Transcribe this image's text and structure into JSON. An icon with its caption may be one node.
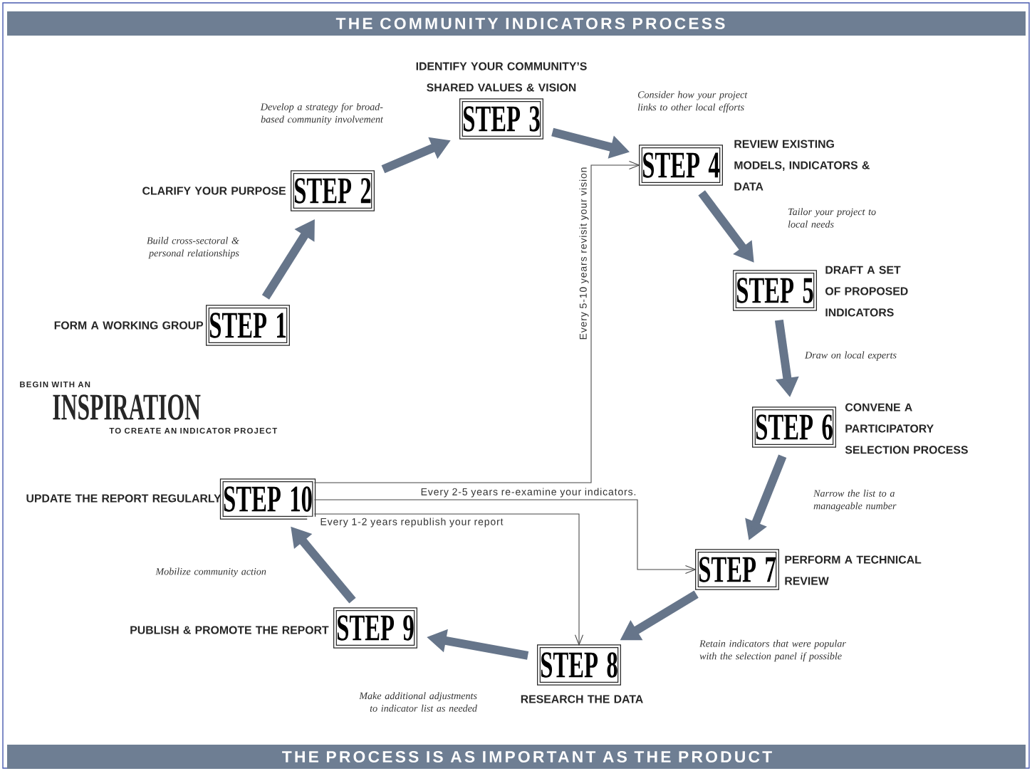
{
  "diagram": {
    "title": "THE COMMUNITY INDICATORS PROCESS",
    "caption": "THE PROCESS IS AS IMPORTANT AS THE PRODUCT",
    "nodes": [
      {
        "text": [
          "STEP 1"
        ],
        "beside": [
          "FORM A WORKING GROUP"
        ]
      },
      {
        "text": [
          "STEP 2"
        ],
        "beside": [
          "CLARIFY YOUR PURPOSE"
        ]
      },
      {
        "text": [
          "STEP 3"
        ],
        "beside": [
          "IDENTIFY YOUR COMMUNITY’S SHARED VALUES & VISION"
        ]
      },
      {
        "text": [
          "STEP 4"
        ],
        "beside": [
          "REVIEW EXISTING MODELS, INDICATORS & DATA"
        ]
      },
      {
        "text": [
          "STEP 5"
        ],
        "beside": [
          "DRAFT A SET OF PROPOSED INDICATORS"
        ]
      },
      {
        "text": [
          "STEP 6"
        ],
        "beside": [
          "CONVENE A PARTICIPATORY SELECTION PROCESS"
        ]
      },
      {
        "text": [
          "STEP 7"
        ],
        "beside": [
          "PERFORM A TECHNICAL REVIEW"
        ]
      },
      {
        "text": [
          "STEP 8"
        ],
        "beside": [
          "RESEARCH THE DATA"
        ]
      },
      {
        "text": [
          "STEP 9"
        ],
        "beside": [
          "**PUBLISH & PROMOTE** THE REPORT"
        ]
      },
      {
        "text": [
          "STEP 10"
        ],
        "beside": [
          "**UPDATE** THE REPORT REGULARLY"
        ]
      }
    ],
    "edges": [
      {
        "from": 0,
        "to": 1,
        "arrow": "to",
        "label": "Build cross-sectoral & personal relationships"
      },
      {
        "from": 1,
        "to": 2,
        "arrow": "to",
        "label": "Develop a strategy for broad-based community involvement"
      },
      {
        "from": 2,
        "to": 3,
        "arrow": "to",
        "label": "Consider how your project links to other local efforts"
      },
      {
        "from": 3,
        "to": 4,
        "arrow": "to",
        "label": "Tailor your project to local needs"
      },
      {
        "from": 4,
        "to": 5,
        "arrow": "to",
        "label": "Draw on local experts"
      },
      {
        "from": 5,
        "to": 6,
        "arrow": "to",
        "label": "Narrow the list to a manageable number"
      },
      {
        "from": 6,
        "to": 7,
        "arrow": "to",
        "label": "Retain indicators that were popular with the selection panel if possible"
      },
      {
        "from": 7,
        "to": 8,
        "arrow": "to",
        "label": "Make additional adjustments to indicator list as needed"
      },
      {
        "from": 8,
        "to": 9,
        "arrow": "to",
        "label": "Mobilize community action"
      },
      {
        "from": 9,
        "to": 3,
        "arrow": "to",
        "color": "#444444",
        "label": "Every 5-10 years revisit your vision"
      },
      {
        "from": 9,
        "to": 6,
        "arrow": "to",
        "color": "#444444",
        "label": "Every 2-5 years re-examine your indicators."
      },
      {
        "from": 9,
        "to": 7,
        "arrow": "to",
        "color": "#444444",
        "label": "Every 1-2 years republish your report"
      }
    ],
    "labels": [
      "BEGIN WITH AN",
      "INSPIRATION",
      "TO CREATE AN INDICATOR PROJECT"
    ]
  }
}
